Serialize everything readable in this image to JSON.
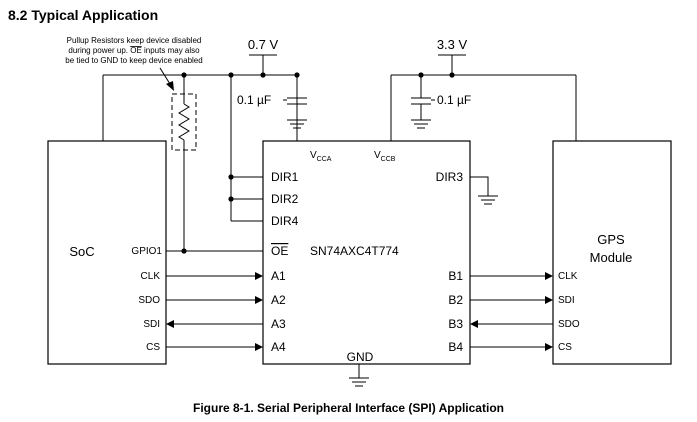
{
  "header": {
    "section_title": "8.2 Typical Application"
  },
  "supplies": {
    "vcca_voltage": "0.7 V",
    "vccb_voltage": "3.3 V"
  },
  "capacitors": {
    "left_value": "0.1 µF",
    "right_value": "0.1 µF"
  },
  "note": {
    "line1": "Pullup Resistors keep device disabled",
    "line2_pre": "during power up. ",
    "line2_oe": "OE",
    "line2_post": " inputs may also",
    "line3": "be tied to GND to keep device enabled"
  },
  "soc": {
    "name": "SoC",
    "pins": [
      "GPIO1",
      "CLK",
      "SDO",
      "SDI",
      "CS"
    ]
  },
  "ic": {
    "part_number": "SN74AXC4T774",
    "vcc_label": "V",
    "vcca_sub": "CCA",
    "vccb_sub": "CCB",
    "left_pins": [
      "DIR1",
      "DIR2",
      "DIR4",
      "OE",
      "A1",
      "A2",
      "A3",
      "A4"
    ],
    "right_pins": [
      "DIR3",
      "B1",
      "B2",
      "B3",
      "B4"
    ],
    "gnd": "GND"
  },
  "gps": {
    "name_line1": "GPS",
    "name_line2": "Module",
    "pins": [
      "CLK",
      "SDI",
      "SDO",
      "CS"
    ]
  },
  "figure": {
    "caption": "Figure 8-1. Serial Peripheral Interface (SPI) Application"
  }
}
